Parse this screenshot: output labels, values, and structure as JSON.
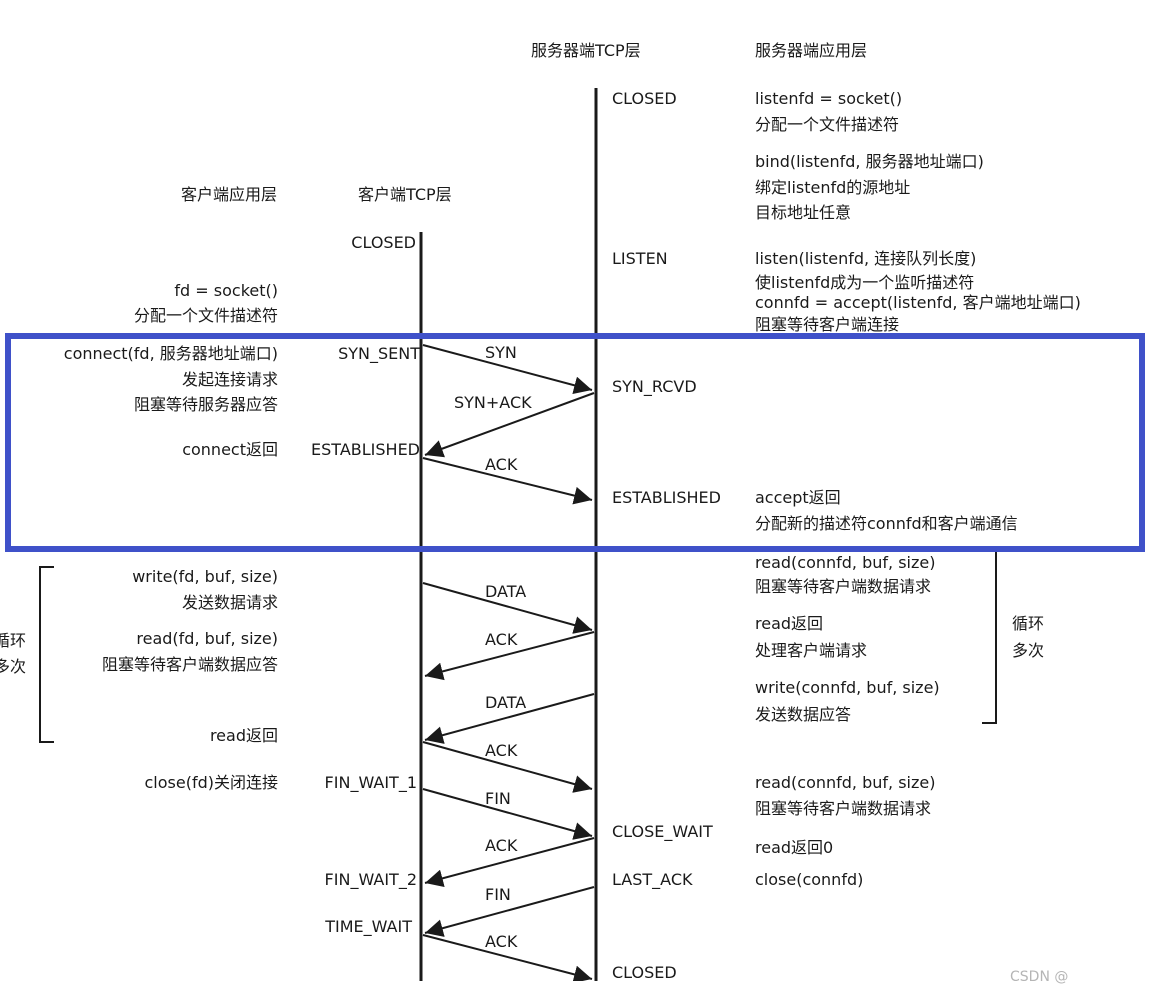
{
  "headers": {
    "server_tcp": "服务器端TCP层",
    "server_app": "服务器端应用层",
    "client_app": "客户端应用层",
    "client_tcp": "客户端TCP层"
  },
  "client_states": {
    "closed": "CLOSED",
    "syn_sent": "SYN_SENT",
    "established": "ESTABLISHED",
    "fin_wait_1": "FIN_WAIT_1",
    "fin_wait_2": "FIN_WAIT_2",
    "time_wait": "TIME_WAIT"
  },
  "server_states": {
    "closed": "CLOSED",
    "listen": "LISTEN",
    "syn_rcvd": "SYN_RCVD",
    "established": "ESTABLISHED",
    "close_wait": "CLOSE_WAIT",
    "last_ack": "LAST_ACK",
    "closed_end": "CLOSED"
  },
  "client_app": {
    "socket": "fd = socket()",
    "socket_desc": "分配一个文件描述符",
    "connect": "connect(fd, 服务器地址端口)",
    "connect_desc1": "发起连接请求",
    "connect_desc2": "阻塞等待服务器应答",
    "connect_ret": "connect返回",
    "write": "write(fd, buf, size)",
    "write_desc": "发送数据请求",
    "read": "read(fd, buf, size)",
    "read_desc": "阻塞等待客户端数据应答",
    "read_ret": "read返回",
    "close": "close(fd)关闭连接",
    "loop1": "循环",
    "loop2": "多次"
  },
  "server_app": {
    "socket": "listenfd = socket()",
    "socket_desc": "分配一个文件描述符",
    "bind": "bind(listenfd, 服务器地址端口)",
    "bind_desc1": "绑定listenfd的源地址",
    "bind_desc2": "目标地址任意",
    "listen": "listen(listenfd, 连接队列长度)",
    "listen_desc": "使listenfd成为一个监听描述符",
    "accept": "connfd = accept(listenfd, 客户端地址端口)",
    "accept_desc": "阻塞等待客户端连接",
    "accept_ret": "accept返回",
    "accept_ret_desc": "分配新的描述符connfd和客户端通信",
    "read1": "read(connfd, buf, size)",
    "read1_desc": "阻塞等待客户端数据请求",
    "read_ret": "read返回",
    "read_ret_desc": "处理客户端请求",
    "write": "write(connfd, buf, size)",
    "write_desc": "发送数据应答",
    "read2": "read(connfd, buf, size)",
    "read2_desc": "阻塞等待客户端数据请求",
    "read_ret0": "read返回0",
    "close": "close(connfd)",
    "loop1": "循环",
    "loop2": "多次"
  },
  "messages": {
    "syn": "SYN",
    "syn_ack": "SYN+ACK",
    "ack1": "ACK",
    "data1": "DATA",
    "ack2": "ACK",
    "data2": "DATA",
    "ack3": "ACK",
    "fin1": "FIN",
    "ack4": "ACK",
    "fin2": "FIN",
    "ack5": "ACK"
  },
  "watermark": "CSDN @",
  "colors": {
    "line": "#1a1a1a",
    "highlight": "#3f51c9"
  }
}
